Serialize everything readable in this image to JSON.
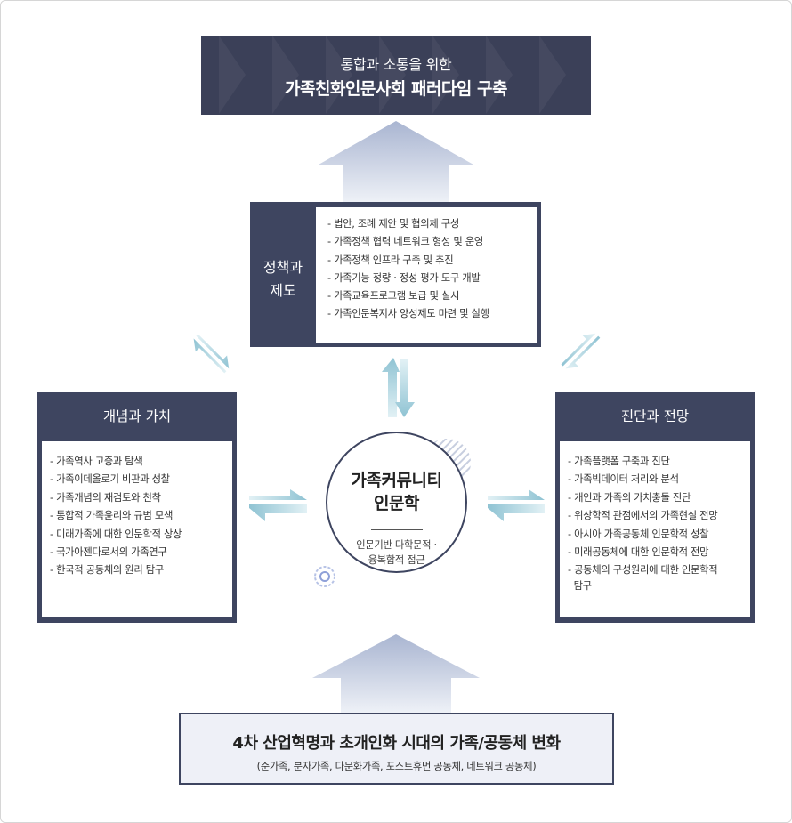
{
  "top_banner": {
    "line1": "통합과 소통을 위한",
    "line2": "가족친화인문사회 패러다임 구축"
  },
  "policy": {
    "title_line1": "정책과",
    "title_line2": "제도",
    "items": [
      "- 법안, 조례 제안 및 협의체 구성",
      "- 가족정책 협력 네트워크 형성 및 운영",
      "- 가족정책 인프라 구축 및 추진",
      "- 가족기능 정량 · 정성 평가 도구 개발",
      "- 가족교육프로그램 보급 및 실시",
      "- 가족인문복지사 양성제도 마련 및 실행"
    ]
  },
  "concept": {
    "title": "개념과 가치",
    "items": [
      "- 가족역사 고증과 탐색",
      "- 가족이데올로기 비판과 성찰",
      "- 가족개념의 재검토와 천착",
      "- 통합적 가족윤리와 규범 모색",
      "- 미래가족에 대한 인문학적 상상",
      "- 국가아젠다로서의 가족연구",
      "- 한국적 공동체의 원리 탐구"
    ]
  },
  "diagnosis": {
    "title": "진단과 전망",
    "items": [
      "- 가족플랫폼 구축과 진단",
      "- 가족빅데이터 처리와 분석",
      "- 개인과 가족의 가치충돌 진단",
      "- 위상학적 관점에서의 가족현실 전망",
      "- 아시아 가족공동체 인문학적 성찰",
      "- 미래공동체에 대한 인문학적 전망",
      "- 공동체의 구성원리에 대한 인문학적",
      "  탐구"
    ]
  },
  "center": {
    "title_line1": "가족커뮤니티",
    "title_line2": "인문학",
    "sub_line1": "인문기반 다학문적 ·",
    "sub_line2": "융복합적 접근"
  },
  "bottom_banner": {
    "line1": "4차 산업혁명과 초개인화 시대의 가족/공동체 변화",
    "line2": "(준가족, 분자가족, 다문화가족, 포스트휴먼 공동체, 네트워크 공동체)"
  },
  "colors": {
    "navy": "#3e4560",
    "banner_navy": "#3b4058",
    "arrow_light": "#dfe4ef",
    "arrow_dark": "#a9b5d1",
    "teal_light": "#dbeef2",
    "teal_dark": "#8fc3d3"
  }
}
